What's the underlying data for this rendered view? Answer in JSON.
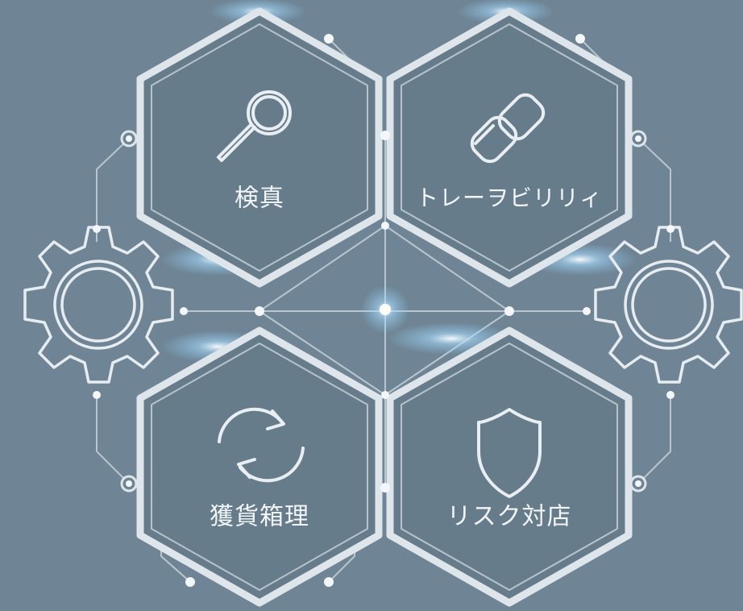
{
  "hexagons": {
    "top_left": {
      "label": "検真",
      "icon": "magnifier-icon"
    },
    "top_right": {
      "label": "トレーヲビリリィ",
      "icon": "chain-link-icon"
    },
    "bottom_left": {
      "label": "獲貨箱理",
      "icon": "refresh-arrows-icon"
    },
    "bottom_right": {
      "label": "リスク対店",
      "icon": "shield-icon"
    }
  },
  "gears": {
    "left": {
      "icon": "gear-icon"
    },
    "right": {
      "icon": "gear-icon"
    }
  },
  "colors": {
    "background": "#6f8595",
    "frame": "#dfe6eb",
    "glow": "#8fd3ff",
    "text": "#f2f5f7"
  }
}
